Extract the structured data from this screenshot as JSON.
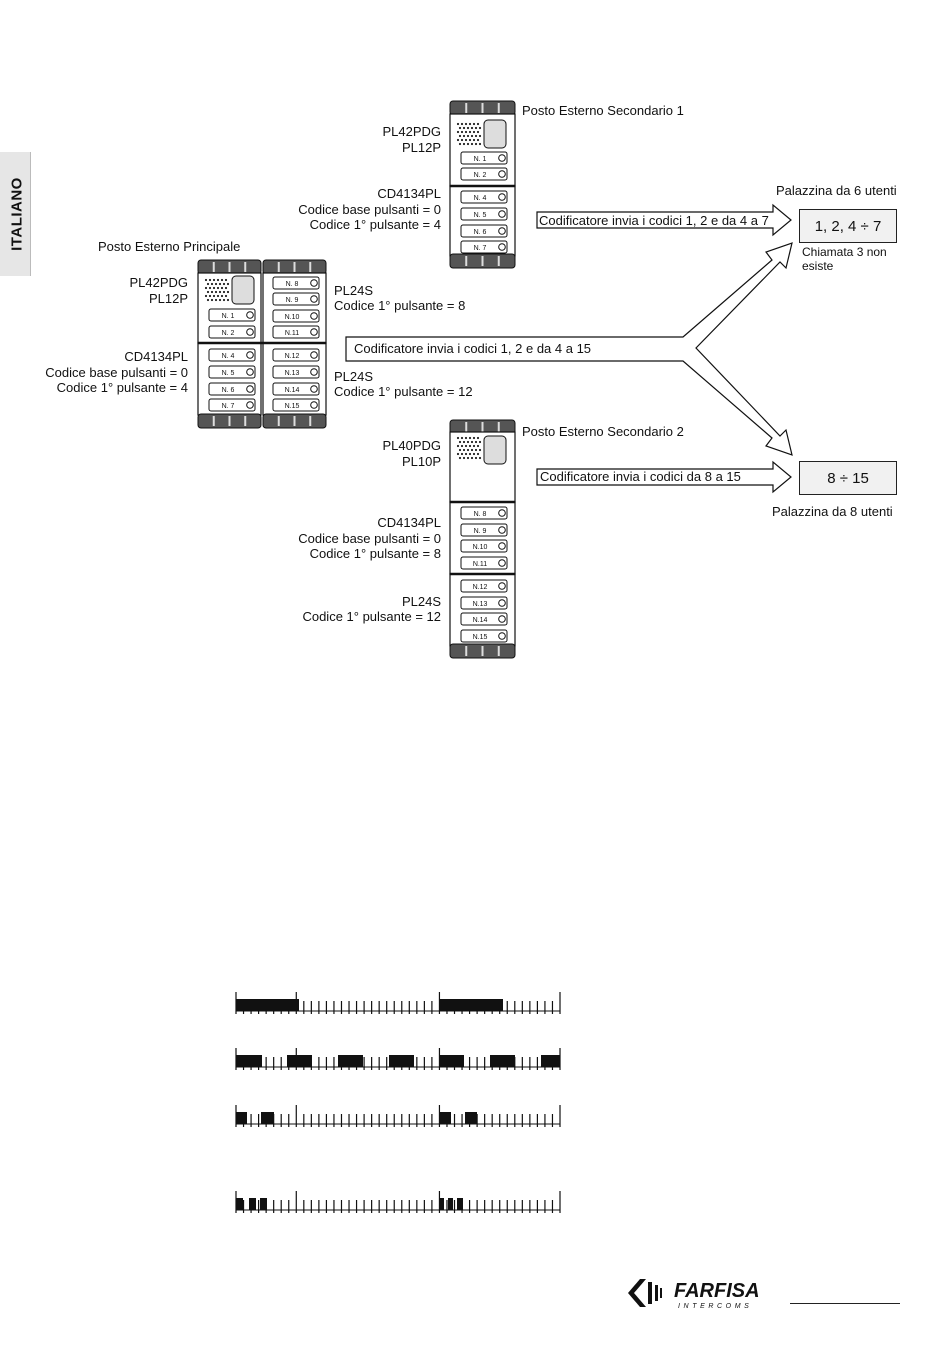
{
  "side_tab": "ITALIANO",
  "main_panel": {
    "title": "Posto Esterno Principale",
    "left_labels": [
      "PL42PDG",
      "PL12P",
      "CD4134PL",
      "Codice base pulsanti = 0",
      "Codice 1° pulsante = 4"
    ],
    "right_labels": [
      "PL24S",
      "Codice 1° pulsante = 8",
      "PL24S",
      "Codice 1° pulsante = 12"
    ],
    "buttons_left": [
      "N. 1",
      "N. 2",
      "N. 4",
      "N. 5",
      "N. 6",
      "N. 7"
    ],
    "buttons_right": [
      "N. 8",
      "N. 9",
      "N.10",
      "N.11",
      "N.12",
      "N.13",
      "N.14",
      "N.15"
    ]
  },
  "secondary_1": {
    "title": "Posto Esterno Secondario 1",
    "labels": [
      "PL42PDG",
      "PL12P",
      "CD4134PL",
      "Codice base pulsanti = 0",
      "Codice 1° pulsante = 4"
    ],
    "buttons": [
      "N. 1",
      "N. 2",
      "N. 4",
      "N. 5",
      "N. 6",
      "N. 7"
    ],
    "arrow_text": "Codificatore invia i codici 1, 2 e da 4 a 7"
  },
  "secondary_2": {
    "title": "Posto Esterno Secondario 2",
    "labels": [
      "PL40PDG",
      "PL10P",
      "CD4134PL",
      "Codice base pulsanti = 0",
      "Codice 1° pulsante = 8",
      "PL24S",
      "Codice 1° pulsante = 12"
    ],
    "buttons": [
      "N. 8",
      "N. 9",
      "N.10",
      "N.11",
      "N.12",
      "N.13",
      "N.14",
      "N.15"
    ],
    "arrow_text": "Codificatore invia i codici da 8 a 15"
  },
  "main_arrow_text": "Codificatore invia i codici 1, 2 e da 4 a 15",
  "building_6": {
    "title": "Palazzina da 6 utenti",
    "value": "1, 2, 4 ÷ 7",
    "note_1": "Chiamata 3 non",
    "note_2": "esiste"
  },
  "building_8": {
    "title": "Palazzina da 8 utenti",
    "value": "8 ÷ 15"
  },
  "logo": {
    "brand": "FARFISA",
    "sub": "INTERCOMS"
  }
}
